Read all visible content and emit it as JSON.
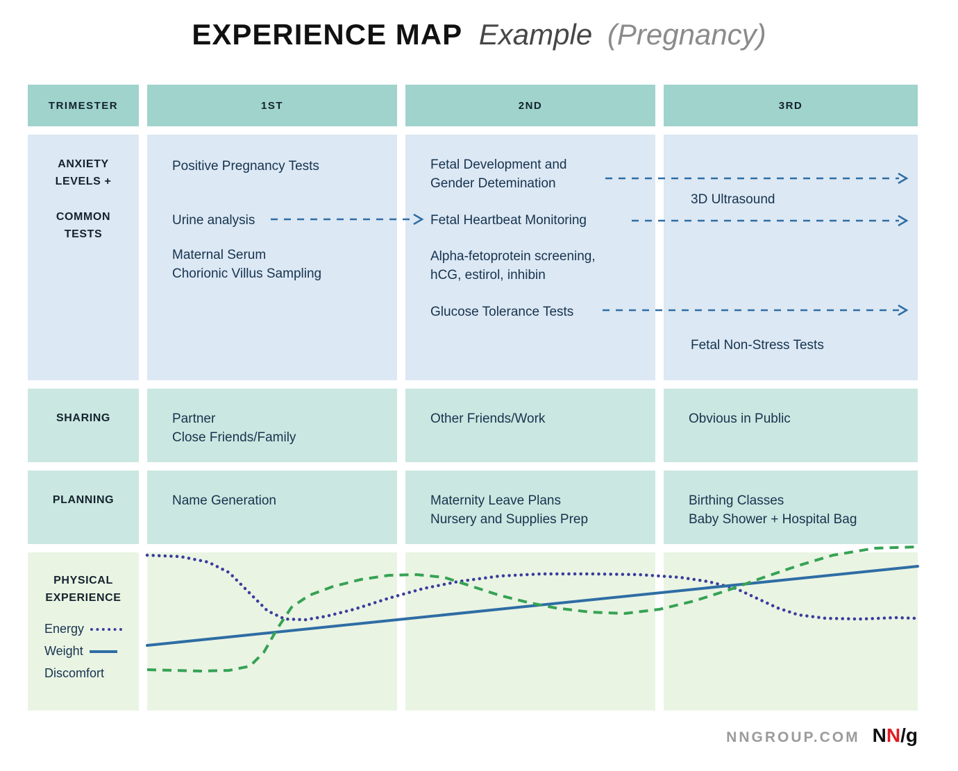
{
  "title": {
    "main": "EXPERIENCE MAP",
    "example": "Example",
    "subject": "(Pregnancy)"
  },
  "header": {
    "row_label": "TRIMESTER",
    "columns": [
      "1ST",
      "2ND",
      "3RD"
    ]
  },
  "anxiety": {
    "label_top": "ANXIETY LEVELS +",
    "label_bottom": "COMMON TESTS",
    "t1": {
      "item1": "Positive Pregnancy Tests",
      "item2": "Urine analysis",
      "item3_line1": "Maternal Serum",
      "item3_line2": "Chorionic Villus Sampling"
    },
    "t2": {
      "item1_line1": "Fetal Development and",
      "item1_line2": "Gender Detemination",
      "item2": "Fetal Heartbeat Monitoring",
      "item3_line1": "Alpha-fetoprotein screening,",
      "item3_line2": "hCG, estirol, inhibin",
      "item4": "Glucose Tolerance Tests"
    },
    "t3": {
      "item1": "3D Ultrasound",
      "item2": "Fetal Non-Stress Tests"
    }
  },
  "sharing": {
    "label": "SHARING",
    "t1_line1": "Partner",
    "t1_line2": "Close Friends/Family",
    "t2": "Other Friends/Work",
    "t3": "Obvious in Public"
  },
  "planning": {
    "label": "PLANNING",
    "t1": "Name Generation",
    "t2_line1": "Maternity Leave Plans",
    "t2_line2": "Nursery and Supplies Prep",
    "t3_line1": "Birthing Classes",
    "t3_line2": "Baby Shower + Hospital Bag"
  },
  "physical": {
    "label_line1": "PHYSICAL",
    "label_line2": "EXPERIENCE",
    "legend": [
      {
        "name": "Energy",
        "style": "dotted",
        "color": "#3a3d9c"
      },
      {
        "name": "Weight",
        "style": "solid",
        "color": "#2e6da4"
      },
      {
        "name": "Discomfort",
        "style": "dashed",
        "color": "#36a254"
      }
    ]
  },
  "footer": {
    "site": "NNGROUP.COM",
    "logo_n1": "N",
    "logo_n2": "N",
    "logo_slash_g": "/g"
  },
  "colors": {
    "header_teal": "#9fd3cc",
    "cell_blue": "#dce8f4",
    "cell_teal": "#cbe7e1",
    "cell_green": "#eaf4e3",
    "arrow_blue": "#2e6da4",
    "text_dark": "#16334e",
    "logo_red": "#e01b22"
  },
  "chart_data": {
    "type": "line",
    "categories": [
      "1ST",
      "2ND",
      "3RD"
    ],
    "title": "Physical Experience across trimesters",
    "legend_position": "left",
    "note": "points are [x,y] in a 1110x245 px chart area spanning the three trimester columns; smaller y = higher level",
    "series": [
      {
        "name": "Energy",
        "style": "dotted",
        "color": "#3a3d9c",
        "points": [
          [
            0,
            20
          ],
          [
            48,
            22
          ],
          [
            88,
            30
          ],
          [
            118,
            45
          ],
          [
            148,
            75
          ],
          [
            173,
            100
          ],
          [
            198,
            112
          ],
          [
            228,
            113
          ],
          [
            258,
            108
          ],
          [
            298,
            98
          ],
          [
            348,
            82
          ],
          [
            398,
            68
          ],
          [
            448,
            58
          ],
          [
            508,
            50
          ],
          [
            568,
            47
          ],
          [
            638,
            47
          ],
          [
            708,
            48
          ],
          [
            768,
            52
          ],
          [
            808,
            58
          ],
          [
            848,
            68
          ],
          [
            878,
            82
          ],
          [
            908,
            96
          ],
          [
            938,
            106
          ],
          [
            978,
            111
          ],
          [
            1028,
            112
          ],
          [
            1078,
            110
          ],
          [
            1110,
            111
          ]
        ]
      },
      {
        "name": "Weight",
        "style": "solid",
        "color": "#2e6da4",
        "points": [
          [
            0,
            150
          ],
          [
            1110,
            36
          ]
        ]
      },
      {
        "name": "Discomfort",
        "style": "dashed",
        "color": "#36a254",
        "points": [
          [
            0,
            185
          ],
          [
            38,
            186
          ],
          [
            78,
            187
          ],
          [
            118,
            186
          ],
          [
            148,
            180
          ],
          [
            168,
            160
          ],
          [
            188,
            125
          ],
          [
            208,
            95
          ],
          [
            233,
            78
          ],
          [
            268,
            65
          ],
          [
            308,
            55
          ],
          [
            348,
            49
          ],
          [
            388,
            48
          ],
          [
            428,
            52
          ],
          [
            468,
            65
          ],
          [
            508,
            78
          ],
          [
            548,
            88
          ],
          [
            588,
            96
          ],
          [
            638,
            102
          ],
          [
            688,
            104
          ],
          [
            738,
            98
          ],
          [
            788,
            86
          ],
          [
            838,
            70
          ],
          [
            888,
            52
          ],
          [
            938,
            35
          ],
          [
            988,
            20
          ],
          [
            1048,
            10
          ],
          [
            1110,
            8
          ]
        ]
      }
    ]
  }
}
